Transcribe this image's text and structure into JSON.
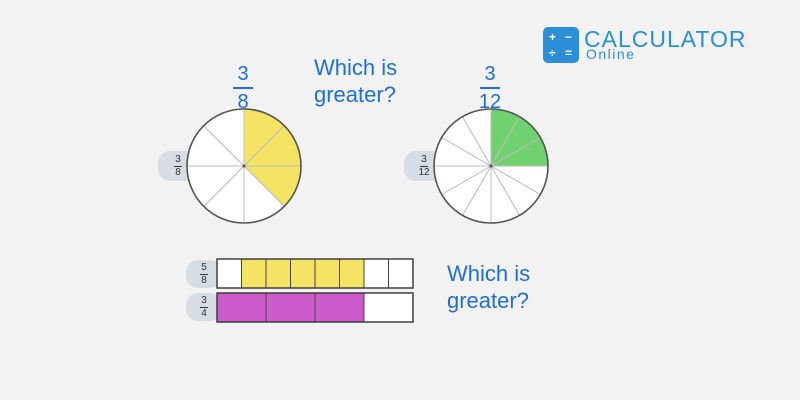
{
  "brand": {
    "name": "CALCULATOR",
    "sub": "Online",
    "color": "#2a8fd8",
    "icon_glyphs": [
      "+",
      "−",
      "÷",
      "="
    ]
  },
  "questions": [
    "Which is greater?",
    "Which is greater?"
  ],
  "pies": [
    {
      "numerator": "3",
      "denominator": "8",
      "slices": 8,
      "filled": 3,
      "fill_color": "#f5e463"
    },
    {
      "numerator": "3",
      "denominator": "12",
      "slices": 12,
      "filled": 3,
      "fill_color": "#6fd26f"
    }
  ],
  "bars": [
    {
      "numerator": "5",
      "denominator": "8",
      "cells": 8,
      "filled_cells": [
        1,
        2,
        3,
        4,
        5
      ],
      "fill_color": "#f5e463"
    },
    {
      "numerator": "3",
      "denominator": "4",
      "cells": 4,
      "filled_cells": [
        0,
        1,
        2
      ],
      "fill_color": "#cc5ccc"
    }
  ]
}
